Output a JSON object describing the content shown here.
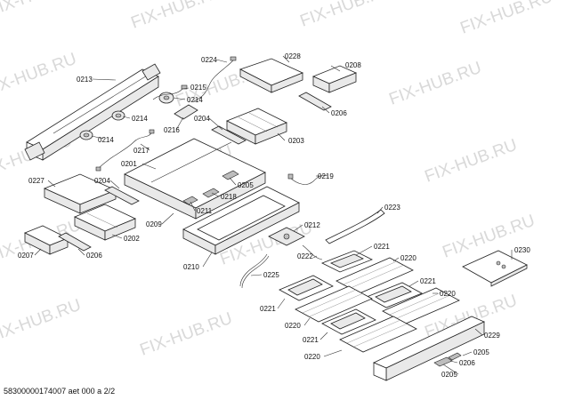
{
  "watermark": "FIX-HUB.RU",
  "footer": "58300000174007 aet 000 a 2/2",
  "labels": {
    "p0213": "0213",
    "p0224": "0224",
    "p0228": "0228",
    "p0208": "0208",
    "p0215": "0215",
    "p0214a": "0214",
    "p0214b": "0214",
    "p0214c": "0214",
    "p0206a": "0206",
    "p0204a": "0204",
    "p0216": "0216",
    "p0203": "0203",
    "p0217": "0217",
    "p0201": "0201",
    "p0227": "0227",
    "p0204b": "0204",
    "p0205a": "0205",
    "p0219": "0219",
    "p0218": "0218",
    "p0211": "0211",
    "p0209": "0209",
    "p0223": "0223",
    "p0212": "0212",
    "p0202": "0202",
    "p0207": "0207",
    "p0206b": "0206",
    "p0221a": "0221",
    "p0222": "0222",
    "p0220a": "0220",
    "p0230": "0230",
    "p0210": "0210",
    "p0225": "0225",
    "p0221b": "0221",
    "p0221c": "0221",
    "p0220b": "0220",
    "p0220c": "0220",
    "p0221d": "0221",
    "p0229": "0229",
    "p0220d": "0220",
    "p0205b": "0205",
    "p0206c": "0206",
    "p0205c": "0205"
  }
}
